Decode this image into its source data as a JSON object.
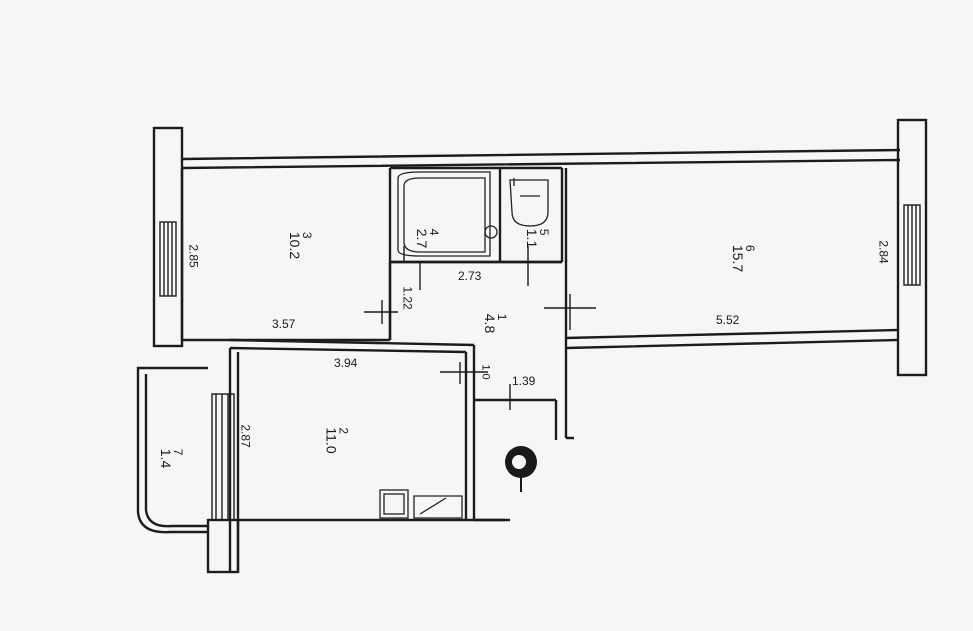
{
  "plan": {
    "rooms": [
      {
        "key": "room-3",
        "number": "3",
        "area": "10.2"
      },
      {
        "key": "room-4",
        "number": "4",
        "area": "2.7"
      },
      {
        "key": "room-5",
        "number": "5",
        "area": "1.1"
      },
      {
        "key": "room-6",
        "number": "6",
        "area": "15.7"
      },
      {
        "key": "room-1",
        "number": "1",
        "area": "4.8"
      },
      {
        "key": "room-2",
        "number": "2",
        "area": "11.0"
      },
      {
        "key": "room-7",
        "number": "7",
        "area": "1.4"
      }
    ],
    "dimensions": {
      "room3_height": "2.85",
      "room3_width": "3.57",
      "room6_height": "2.84",
      "room6_width": "5.52",
      "hall_width": "2.73",
      "hall_left": "1.22",
      "room2_width": "3.94",
      "room2_height": "2.87",
      "hall_bottom": "1.39",
      "hall_small": "1.0"
    }
  }
}
